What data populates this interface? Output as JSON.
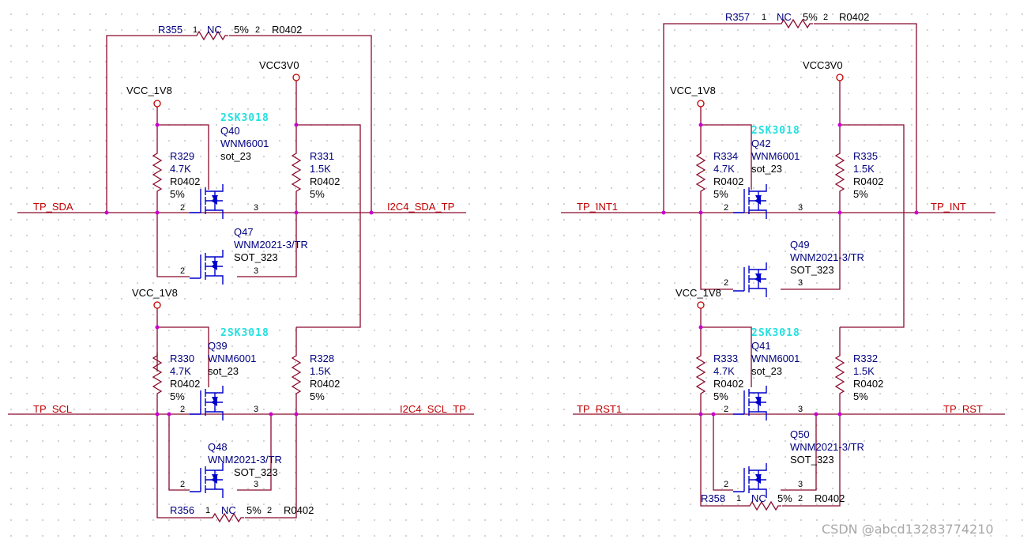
{
  "labels": {
    "nets": {
      "tp_sda": "TP_SDA",
      "i2c4_sda_tp": "I2C4_SDA_TP",
      "tp_scl": "TP_SCL",
      "i2c4_scl_tp": "I2C4_SCL_TP",
      "tp_int1": "TP_INT1",
      "tp_int": "TP_INT",
      "tp_rst1": "TP_RST1",
      "tp_rst": "TP_RST"
    },
    "power": {
      "vcc_1v8": "VCC_1V8",
      "vcc3v0": "VCC3V0"
    },
    "pins": {
      "p1": "1",
      "p2": "2",
      "p3": "3"
    },
    "alt": "2SK3018",
    "resistors": {
      "r355": {
        "ref": "R355",
        "value": "NC",
        "tol": "5%",
        "pkg": "R0402"
      },
      "r357": {
        "ref": "R357",
        "value": "NC",
        "tol": "5%",
        "pkg": "R0402"
      },
      "r356": {
        "ref": "R356",
        "value": "NC",
        "tol": "5%",
        "pkg": "R0402"
      },
      "r358": {
        "ref": "R358",
        "value": "NC",
        "tol": "5%",
        "pkg": "R0402"
      },
      "r329": {
        "ref": "R329",
        "value": "4.7K",
        "pkg": "R0402",
        "tol": "5%"
      },
      "r331": {
        "ref": "R331",
        "value": "1.5K",
        "pkg": "R0402",
        "tol": "5%"
      },
      "r330": {
        "ref": "R330",
        "value": "4.7K",
        "pkg": "R0402",
        "tol": "5%"
      },
      "r328": {
        "ref": "R328",
        "value": "1.5K",
        "pkg": "R0402",
        "tol": "5%"
      },
      "r334": {
        "ref": "R334",
        "value": "4.7K",
        "pkg": "R0402",
        "tol": "5%"
      },
      "r335": {
        "ref": "R335",
        "value": "1.5K",
        "pkg": "R0402",
        "tol": "5%"
      },
      "r333": {
        "ref": "R333",
        "value": "4.7K",
        "pkg": "R0402",
        "tol": "5%"
      },
      "r332": {
        "ref": "R332",
        "value": "1.5K",
        "pkg": "R0402",
        "tol": "5%"
      }
    },
    "transistors": {
      "q40": {
        "ref": "Q40",
        "part": "WNM6001",
        "pkg": "sot_23"
      },
      "q47": {
        "ref": "Q47",
        "part": "WNM2021-3/TR",
        "pkg": "SOT_323"
      },
      "q39": {
        "ref": "Q39",
        "part": "WNM6001",
        "pkg": "sot_23"
      },
      "q48": {
        "ref": "Q48",
        "part": "WNM2021-3/TR",
        "pkg": "SOT_323"
      },
      "q42": {
        "ref": "Q42",
        "part": "WNM6001",
        "pkg": "sot_23"
      },
      "q49": {
        "ref": "Q49",
        "part": "WNM2021-3/TR",
        "pkg": "SOT_323"
      },
      "q41": {
        "ref": "Q41",
        "part": "WNM6001",
        "pkg": "sot_23"
      },
      "q50": {
        "ref": "Q50",
        "part": "WNM2021-3/TR",
        "pkg": "SOT_323"
      }
    }
  },
  "watermark": "CSDN @abcd13283774210"
}
